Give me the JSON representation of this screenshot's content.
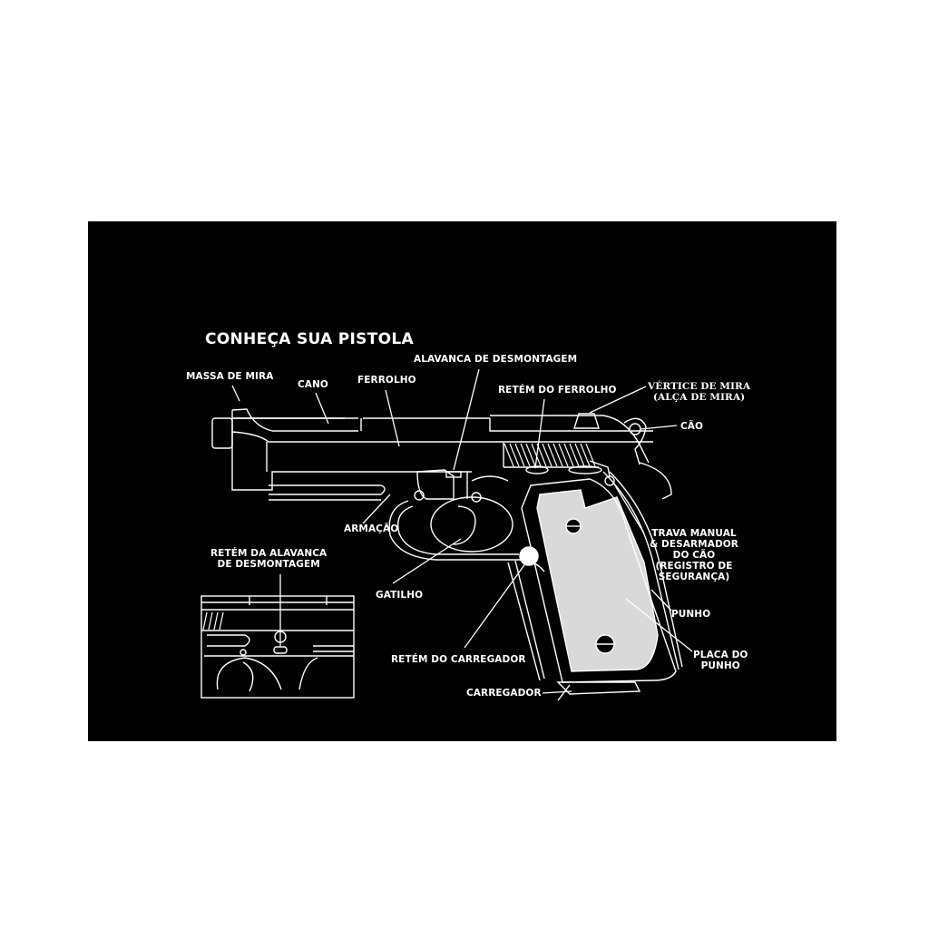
{
  "title": "CONHEÇA SUA PISTOLA",
  "colors": {
    "background": "#ffffff",
    "panel": "#000000",
    "line_art": "#ffffff"
  },
  "labels": {
    "massa_de_mira": "MASSA DE MIRA",
    "cano": "CANO",
    "ferrolho": "FERROLHO",
    "alavanca_desmontagem": "ALAVANCA DE DESMONTAGEM",
    "retem_ferrolho": "RETÉM DO FERROLHO",
    "vertice_de_mira": [
      "VÉRTICE DE MIRA",
      "(ALÇA DE MIRA)"
    ],
    "cao": "CÃO",
    "armacao": "ARMAÇÃO",
    "retem_alavanca": [
      "RETÉM DA ALAVANCA",
      "DE DESMONTAGEM"
    ],
    "gatilho": "GATILHO",
    "trava_manual": [
      "TRAVA MANUAL",
      "& DESARMADOR",
      "DO CÃO",
      "(REGISTRO DE",
      "SEGURANÇA)"
    ],
    "punho": "PUNHO",
    "placa_do_punho": [
      "PLACA DO",
      "PUNHO"
    ],
    "retem_carregador": "RETÉM DO CARREGADOR",
    "carregador": "CARREGADOR"
  }
}
